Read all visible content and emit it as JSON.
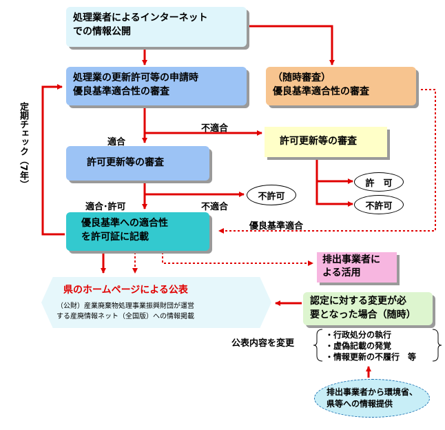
{
  "nodes": {
    "internet_disclosure": "処理業者によるインターネット\nでの情報公開",
    "renewal_review": "処理業の更新許可等の申請時\n優良基準適合性の審査",
    "adhoc_review": "（随時審査）\n優良基準適合性の審査",
    "permit_review_main": "許可更新等の審査",
    "permit_review_side": "許可更新等の審査",
    "record_on_permit": "優良基準への適合性\nを許可証に記載",
    "emitter_use": "排出事業者に\nよる活用",
    "pref_homepage_title": "県のホームページによる公表",
    "pref_homepage_sub": "（公財）産業廃棄物処理事業振興財団が運営\nする産廃情報ネット（全国版）への情報掲載",
    "change_needed": "認定に対する変更が必\n要となった場合（随時）",
    "reasons": "・行政処分の執行\n・虚偽記載の発覚\n・情報更新の不履行　等",
    "info_from_emitters": "排出事業者から環境省、\n県等への情報提供"
  },
  "ovals": {
    "permitted": "許　可",
    "not_permitted_side": "不許可",
    "not_permitted_main": "不許可"
  },
  "labels": {
    "conform": "適合",
    "nonconform_1": "不適合",
    "conform_permit": "適合･許可",
    "nonconform_2": "不適合",
    "meets_standard": "優良基準適合",
    "periodic_check": "定期チェック（7年）",
    "change_publication": "公表内容を変更"
  },
  "colors": {
    "arrow": "#e00000",
    "cyan_box": "#dff5fb",
    "blue_box": "#9cc3f5",
    "orange_box": "#f7c48f",
    "yellow_box": "#ffffc8",
    "teal_box": "#33c9cf",
    "pink_box": "#f7b6e0",
    "green_box": "#ddf5cf",
    "light_blue": "#e6f7fb",
    "red_text": "#e00000"
  }
}
